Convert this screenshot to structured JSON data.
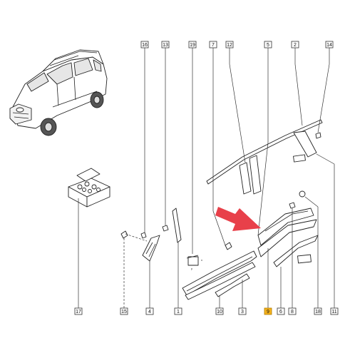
{
  "diagram": {
    "callouts_top": [
      "16",
      "13",
      "19",
      "7",
      "12",
      "5",
      "2",
      "14"
    ],
    "callouts_bottom": [
      "17",
      "15",
      "4",
      "1",
      "10",
      "3",
      "9",
      "6",
      "8",
      "18",
      "11"
    ],
    "highlighted_callout": "9",
    "highlight_color": "#f5b21c",
    "arrow_color": "#e8404a"
  }
}
